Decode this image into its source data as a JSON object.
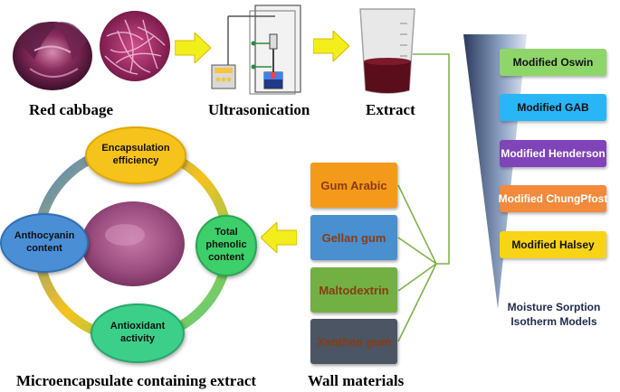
{
  "captions": {
    "red_cabbage": "Red cabbage",
    "ultrasonication": "Ultrasonication",
    "extract": "Extract",
    "microencapsulate": "Microencapsulate containing extract",
    "wall_materials": "Wall materials"
  },
  "wall_materials": [
    "Gum Arabic",
    "Gellan gum",
    "Maltodextrin",
    "Xanthan gum"
  ],
  "cycle_nodes": {
    "encapsulation": "Encapsulation efficiency",
    "anthocyanin": "Anthocyanin content",
    "phenolic": "Total phenolic content",
    "antioxidant": "Antioxidant activity"
  },
  "models": [
    "Modified Oswin",
    "Modified GAB",
    "Modified Henderson",
    "Modified ChungPfost",
    "Modified Halsey"
  ],
  "models_label": "Moisture Sorption Isotherm Models",
  "colors": {
    "arrow_yellow": "#f2ee1c",
    "connector_green": "#7fb24a",
    "gum_arabic": "#f39a1a",
    "gellan_gum": "#4a8fd0",
    "maltodextrin": "#72b043",
    "xanthan_gum": "#4b5563",
    "oswin": "#8fd66a",
    "gab": "#29b6f6",
    "henderson": "#7e44b8",
    "chungpfost": "#f28a3c",
    "halsey": "#f7d415"
  }
}
